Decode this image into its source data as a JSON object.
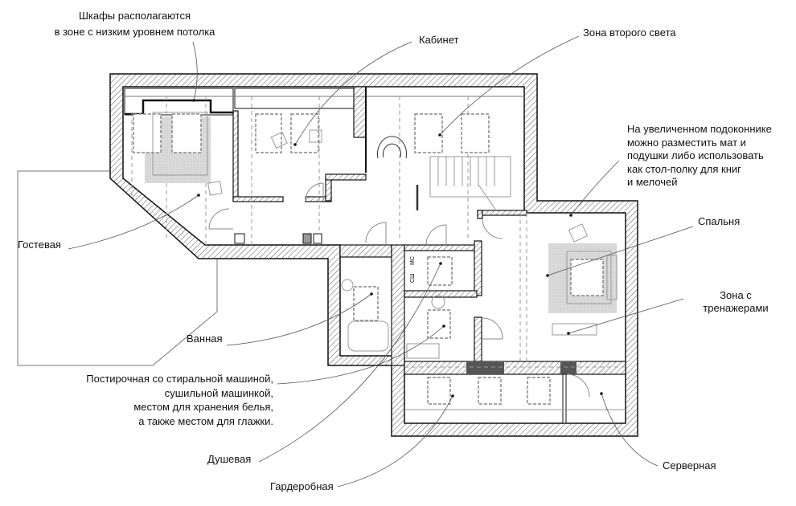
{
  "labels": {
    "wardrobes_note": [
      "Шкафы располагаются",
      "в зоне с низким уровнем потолка"
    ],
    "cabinet": "Кабинет",
    "second_light": "Зона второго света",
    "windowsill_note": [
      "На увеличенном подоконнике",
      "можно разместить мат и",
      "подушки либо использовать",
      "как стол-полку для книг",
      "и мелочей"
    ],
    "bedroom": "Спальня",
    "gym_zone": [
      "Зона с",
      "тренажерами"
    ],
    "guest": "Гостевая",
    "bathroom": "Ванная",
    "laundry": [
      "Постирочная со стиральной машиной,",
      "сушильной машинкой,",
      "местом для хранения белья,",
      "а также местом для глажки."
    ],
    "shower": "Душевая",
    "wardrobe": "Гардеробная",
    "server": "Серверная"
  },
  "appliance_marks": {
    "washer": "МС",
    "dryer": "СШ"
  },
  "colors": {
    "line": "#111111",
    "hatch": "#444444",
    "dark_block": "#555555",
    "rug": "#d8d8d8"
  }
}
